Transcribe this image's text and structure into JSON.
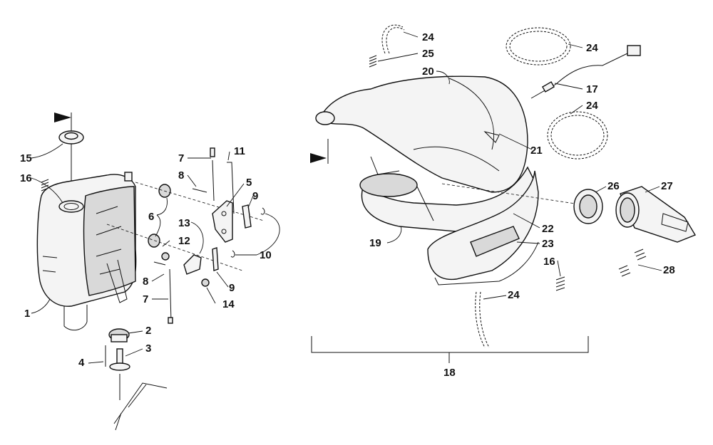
{
  "diagram": {
    "callouts": {
      "c1": "1",
      "c2": "2",
      "c3": "3",
      "c4": "4",
      "c5": "5",
      "c6": "6",
      "c7a": "7",
      "c7b": "7",
      "c8a": "8",
      "c8b": "8",
      "c9a": "9",
      "c9b": "9",
      "c10": "10",
      "c11": "11",
      "c12": "12",
      "c13": "13",
      "c14": "14",
      "c15": "15",
      "c16a": "16",
      "c16b": "16",
      "c17": "17",
      "c18": "18",
      "c19": "19",
      "c20": "20",
      "c21": "21",
      "c22": "22",
      "c23": "23",
      "c24a": "24",
      "c24b": "24",
      "c24c": "24",
      "c24d": "24",
      "c25": "25",
      "c26": "26",
      "c27": "27",
      "c28": "28"
    }
  }
}
